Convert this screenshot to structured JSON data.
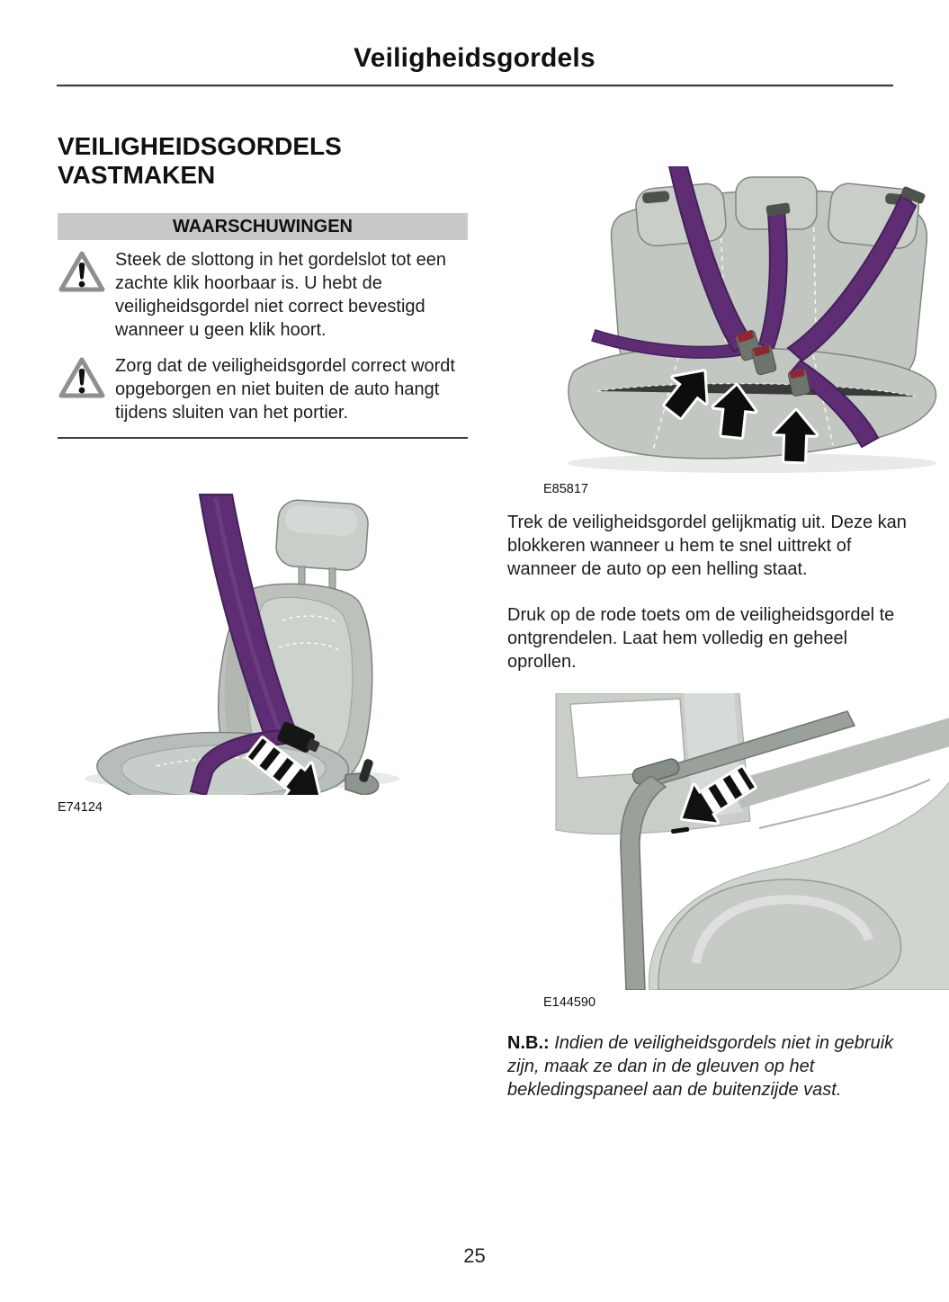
{
  "page": {
    "header_title": "Veiligheidsgordels",
    "page_number": "25"
  },
  "left_column": {
    "section_title": "VEILIGHEIDSGORDELS VASTMAKEN",
    "warnings_box_label": "WAARSCHUWINGEN",
    "warnings": [
      {
        "icon": "warning-triangle-icon",
        "text": "Steek de slottong in het gordelslot tot een zachte klik hoorbaar is. U hebt de veiligheidsgordel niet correct bevestigd wanneer u geen klik hoort."
      },
      {
        "icon": "warning-triangle-icon",
        "text": "Zorg dat de veiligheidsgordel correct wordt opgeborgen en niet buiten de auto hangt tijdens sluiten van het portier."
      }
    ],
    "figure_caption": "E74124"
  },
  "right_column": {
    "figure_top_caption": "E85817",
    "para1": "Trek de veiligheidsgordel gelijkmatig uit. Deze kan blokkeren wanneer u hem te snel uittrekt of wanneer de auto op een helling staat.",
    "para2": "Druk op de rode toets om de veiligheidsgordel te ontgrendelen. Laat hem volledig en geheel oprollen.",
    "figure_bottom_caption": "E144590",
    "note_label": "N.B.:",
    "note_text": "Indien de veiligheidsgordels niet in gebruik zijn, maak ze dan in de gleuven op het bekledingspaneel aan de buitenzijde vast."
  },
  "colors": {
    "seatbelt_purple": "#5e2d74",
    "seatbelt_purple_dark": "#44215a",
    "warning_box_bg": "#c8c8c8",
    "illustration_gray": "#c6cbc6",
    "buckle_red": "#8f2733",
    "text": "#1d1d1b"
  }
}
